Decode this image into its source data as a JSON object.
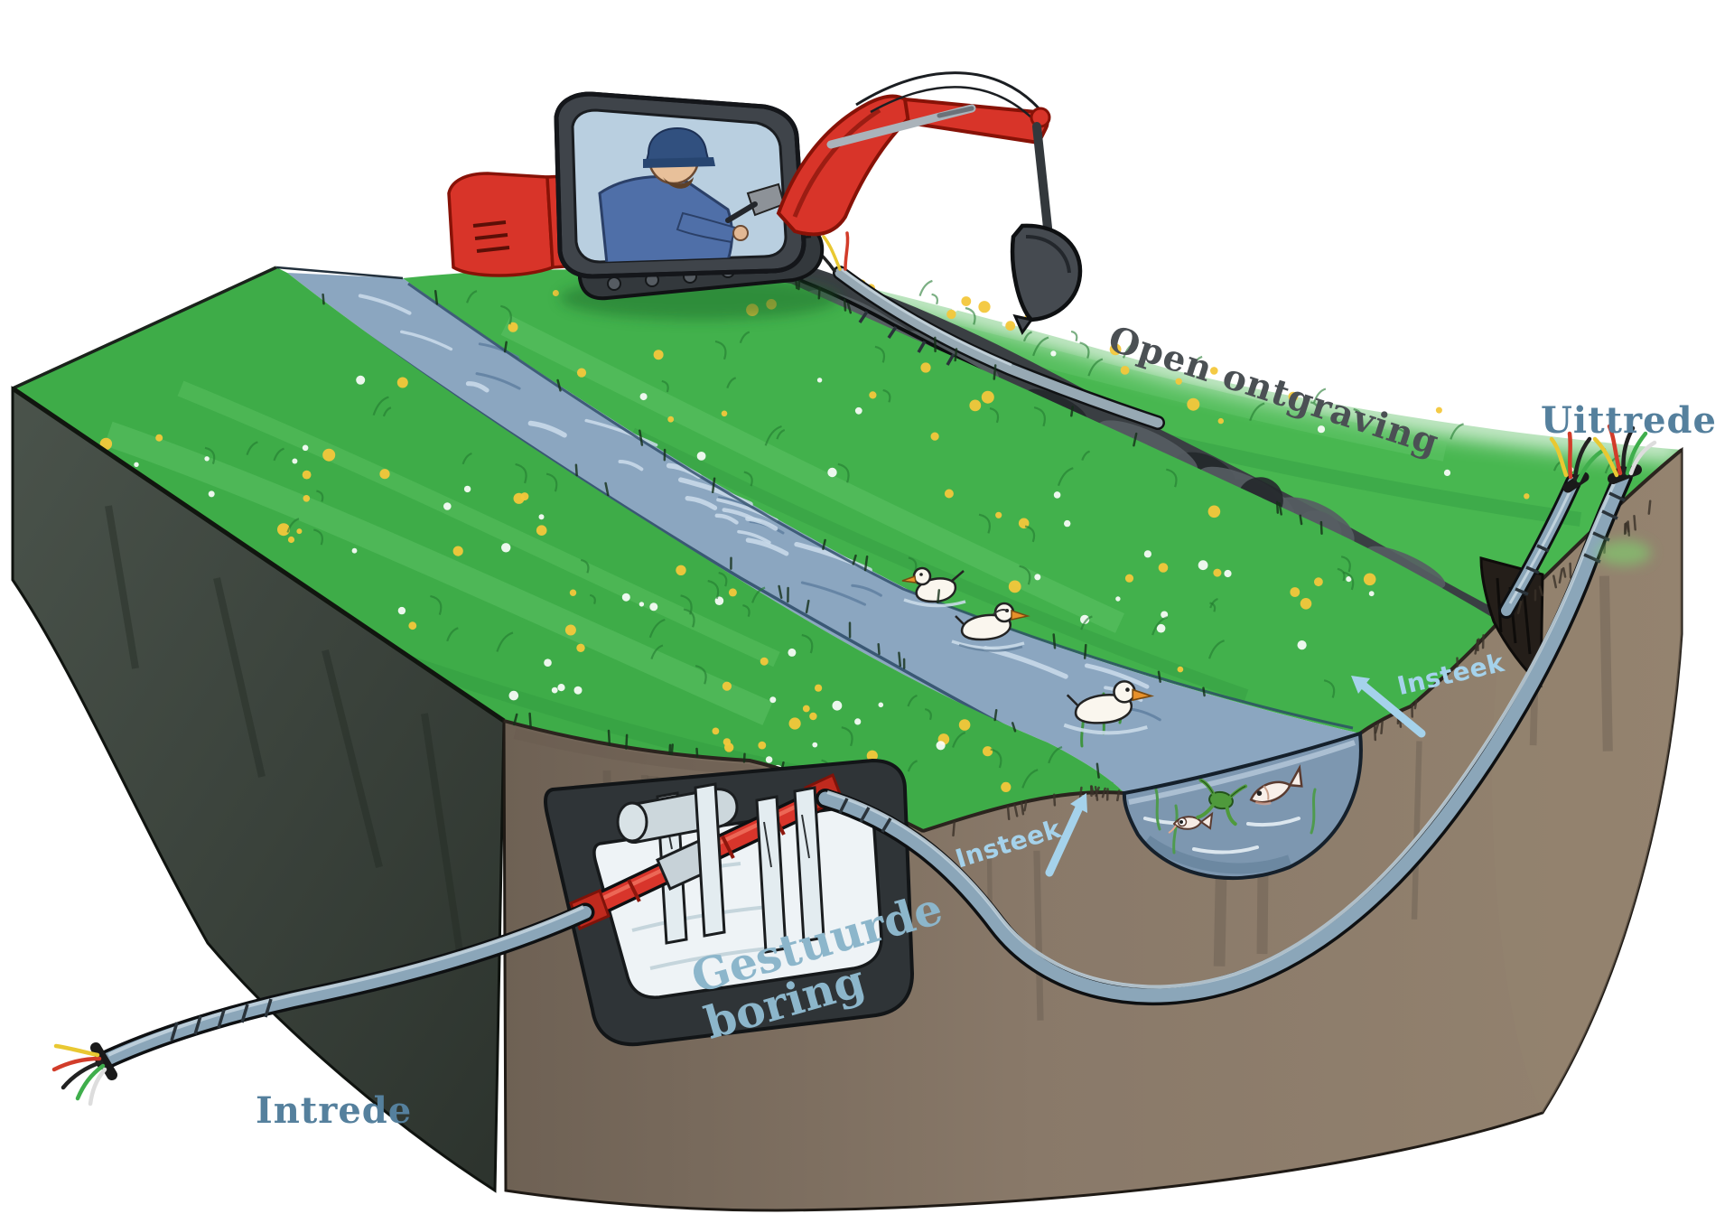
{
  "illustration": {
    "background_color": "#ffffff",
    "labels": {
      "open_ontgraving": {
        "text": "Open ontgraving",
        "color": "#4b5054"
      },
      "uittrede": {
        "text": "Uittrede",
        "color": "#55809d"
      },
      "intrede": {
        "text": "Intrede",
        "color": "#55809d"
      },
      "gestuurde_boring": {
        "line1": "Gestuurde",
        "line2": "boring",
        "color": "#8cb6cb"
      },
      "insteek_right": {
        "text": "Insteek",
        "color": "#a5d2eb"
      },
      "insteek_center": {
        "text": "Insteek",
        "color": "#a5d2eb"
      }
    },
    "palette": {
      "grass_green": "#3eac48",
      "water_blue": "#8ba6c0",
      "soil_brown": "#897969",
      "trench_dark": "#3a3f43",
      "cable_gray_blue": "#8ba6b9",
      "excavator_red": "#d83429",
      "arrow_blue": "#a5d2eb",
      "flower_yellow": "#f3c73b"
    },
    "scene_elements": [
      "mini-excavator with operator digging open trench",
      "open excavation trench with cable being laid",
      "canal with three ducks",
      "canal cross-section with two fish and a frog",
      "horizontal directional drilling rig on white plate",
      "bore cable running from Intrede under the canal to Uittrede",
      "frayed cable ends with colored fibers at entry and exit points"
    ]
  }
}
